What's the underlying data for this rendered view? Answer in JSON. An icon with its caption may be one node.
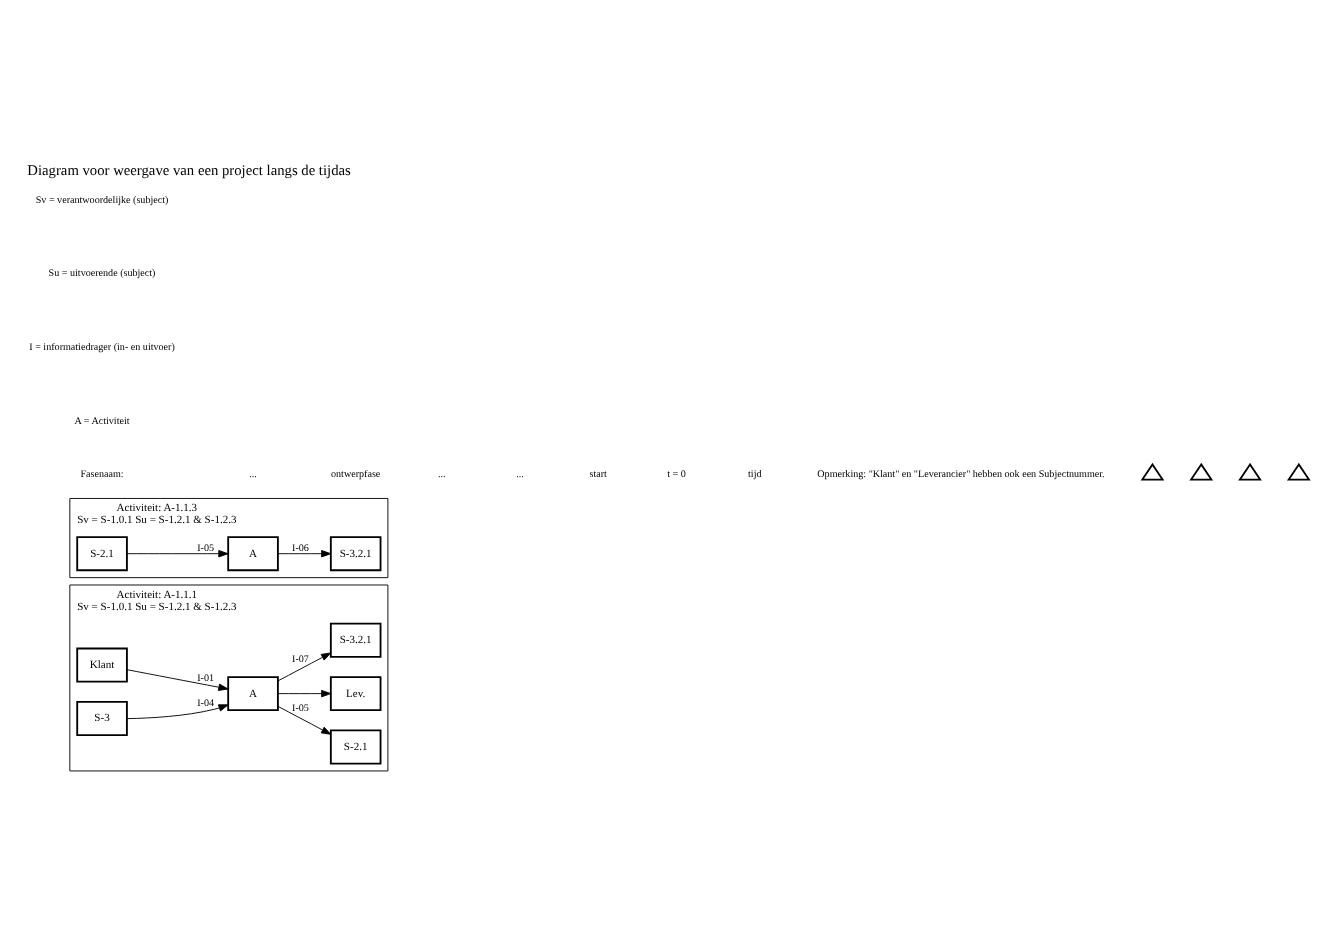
{
  "diagram": {
    "title": "Diagram voor weergave van een project langs de tijdas",
    "nodes": [
      {
        "text": [
          "Activiteit: A-1.1.1",
          "Sv = S-1.0.1 Su = S-1.2.1 & S-1.2.3"
        ]
      },
      {
        "text": [
          "Klant"
        ],
        "in": 0
      },
      {
        "text": [
          "S-3"
        ],
        "in": 0
      },
      {
        "text": [
          "A"
        ],
        "in": 0
      },
      {
        "text": [
          "S-2.1"
        ],
        "in": 0
      },
      {
        "text": [
          "Lev."
        ],
        "in": 0
      },
      {
        "text": [
          "S-3.2.1"
        ],
        "in": 0
      },
      {
        "text": [
          "Activiteit: A-1.1.3",
          "Sv = S-1.0.1 Su = S-1.2.1 & S-1.2.3"
        ]
      },
      {
        "text": [
          "S-2.1"
        ],
        "in": 7
      },
      {
        "text": [
          "A"
        ],
        "in": 7
      },
      {
        "text": [
          "S-3.2.1"
        ],
        "in": 7
      },
      {
        "text": [],
        "shape": "triangle"
      },
      {
        "text": [],
        "shape": "triangle"
      },
      {
        "text": [],
        "shape": "triangle"
      },
      {
        "text": [],
        "shape": "triangle"
      }
    ],
    "edges": [
      {
        "from": 1,
        "to": 3,
        "arrow": "to",
        "label": "I-01"
      },
      {
        "from": 2,
        "to": 3,
        "arrow": "to",
        "label": "I-04"
      },
      {
        "from": 3,
        "to": 4,
        "arrow": "to",
        "label": "I-05"
      },
      {
        "from": 3,
        "to": 5,
        "arrow": "to"
      },
      {
        "from": 3,
        "to": 6,
        "arrow": "to",
        "label": "I-07"
      },
      {
        "from": 8,
        "to": 9,
        "arrow": "to",
        "label": "I-05"
      },
      {
        "from": 9,
        "to": 10,
        "arrow": "to",
        "label": "I-06"
      }
    ],
    "labels": [
      "Sv = verantwoordelijke (subject)",
      "Su = uitvoerende (subject)",
      "I = informatiedrager (in- en uitvoer)",
      "A = Activiteit",
      "Fasenaam:",
      "...",
      "ontwerpfase",
      "...",
      "...",
      "start",
      "t = 0",
      "tijd",
      "Opmerking: \"Klant\" en \"Leverancier\" hebben ook een Subjectnummer."
    ]
  }
}
